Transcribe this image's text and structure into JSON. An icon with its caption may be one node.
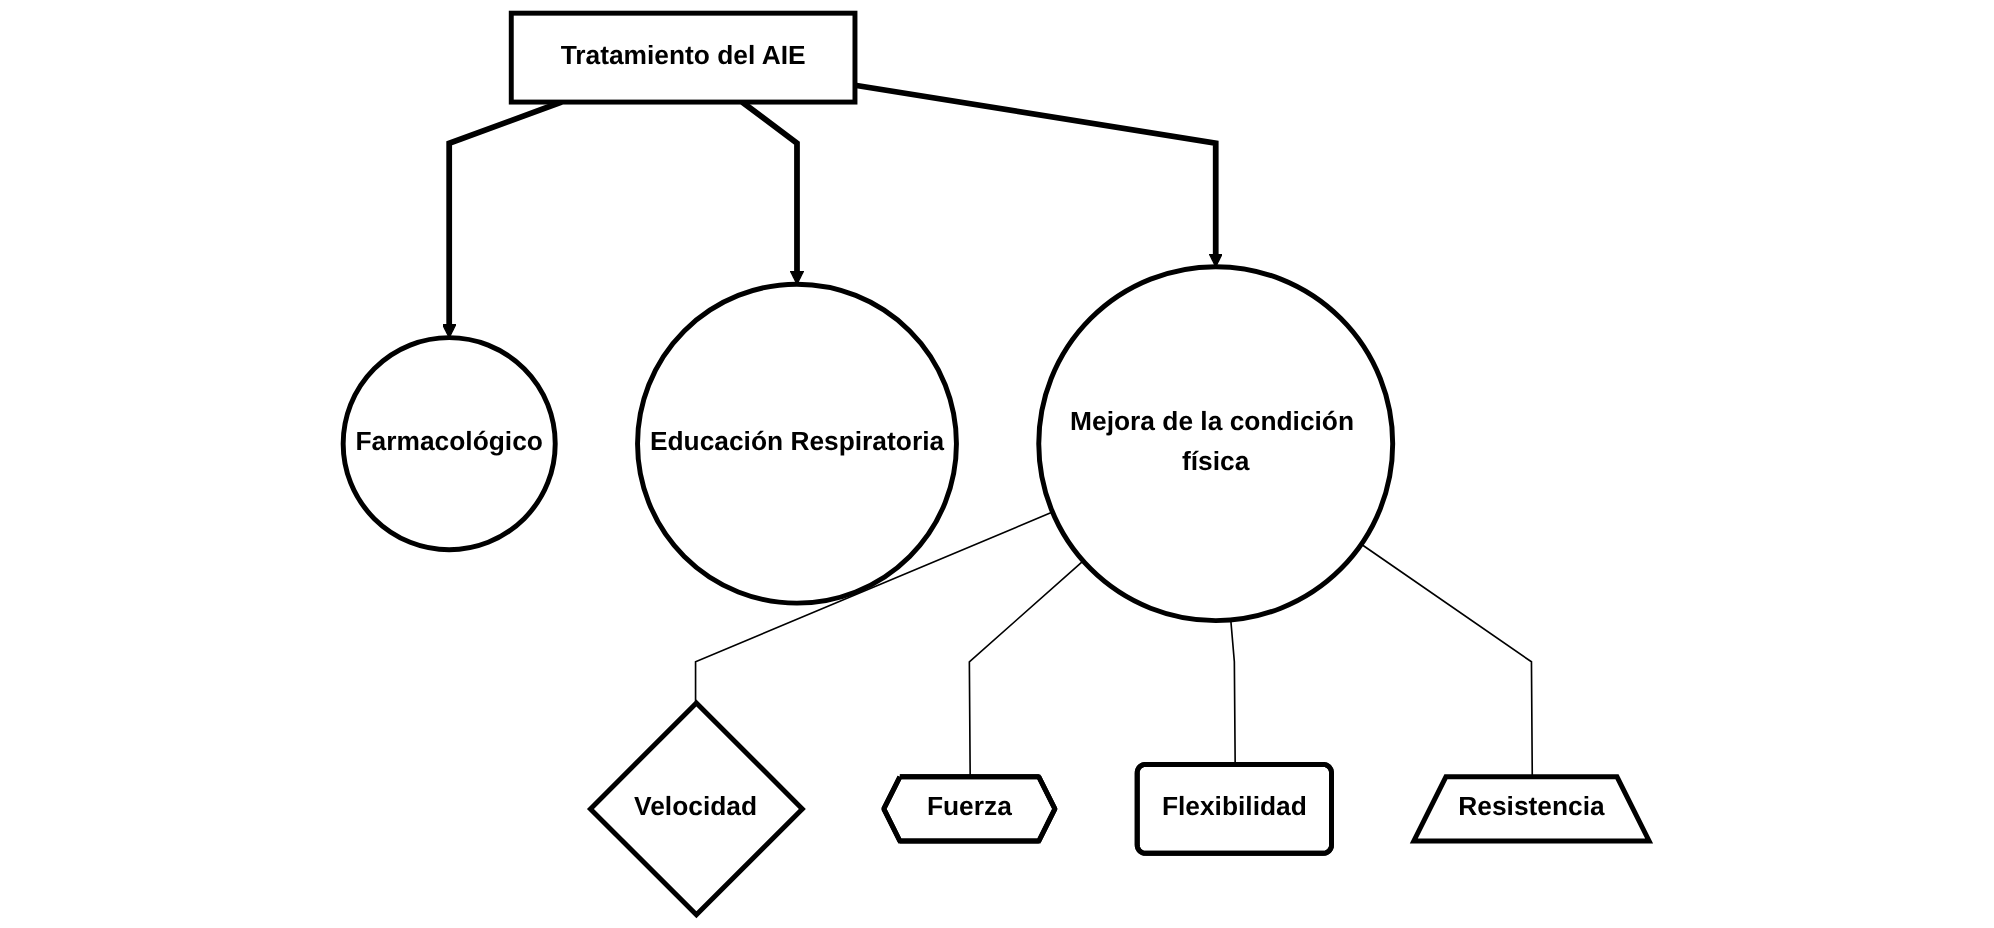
{
  "diagram": {
    "nodes": [
      {
        "text": [
          "Farmacológico"
        ]
      },
      {
        "text": [
          "Tratamiento del AIE"
        ]
      },
      {
        "text": [
          "Educación Respiratoria"
        ]
      },
      {
        "text": [
          "Velocidad"
        ]
      },
      {
        "text": [
          "Fuerza"
        ]
      },
      {
        "text": [
          "Mejora de la condición física"
        ]
      },
      {
        "text": [
          "Flexibilidad"
        ]
      },
      {
        "text": [
          "Resistencia"
        ]
      }
    ],
    "edges": [
      {
        "from": 1,
        "to": 0,
        "arrow": "to",
        "style": "thick"
      },
      {
        "from": 1,
        "to": 2,
        "arrow": "to",
        "style": "thick"
      },
      {
        "from": 1,
        "to": 5,
        "arrow": "to",
        "style": "thick"
      },
      {
        "from": 5,
        "to": 3,
        "arrow": "none"
      },
      {
        "from": 5,
        "to": 4,
        "arrow": "none"
      },
      {
        "from": 5,
        "to": 6,
        "arrow": "none"
      },
      {
        "from": 5,
        "to": 7,
        "arrow": "none"
      }
    ]
  }
}
